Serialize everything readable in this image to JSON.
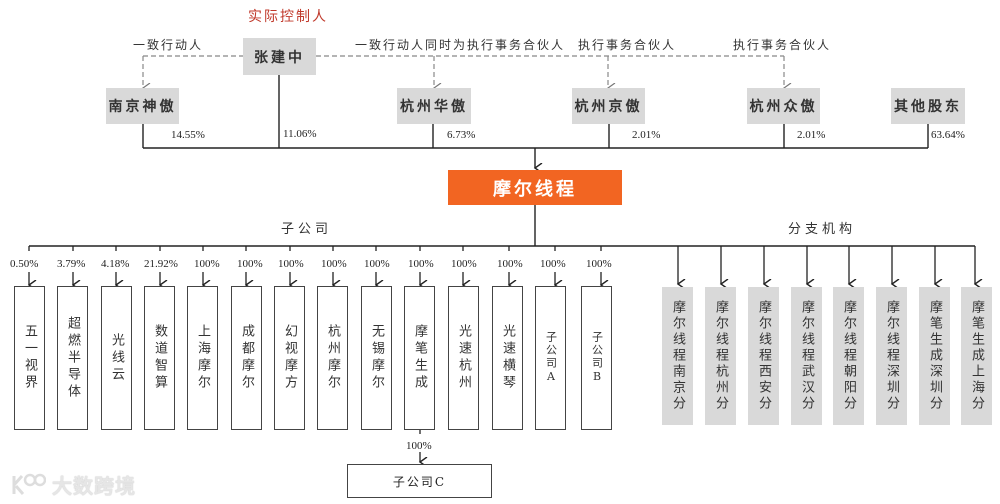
{
  "header": {
    "actual_controller_label": "实际控制人",
    "controller_name": "张建中"
  },
  "relations": {
    "concert_party": "一致行动人",
    "concert_and_gp": "一致行动人同时为执行事务合伙人",
    "gp_1": "执行事务合伙人",
    "gp_2": "执行事务合伙人"
  },
  "shareholders": [
    {
      "name": "南京神傲",
      "pct": "14.55%"
    },
    {
      "name": "张建中",
      "pct": "11.06%"
    },
    {
      "name": "杭州华傲",
      "pct": "6.73%"
    },
    {
      "name": "杭州京傲",
      "pct": "2.01%"
    },
    {
      "name": "杭州众傲",
      "pct": "2.01%"
    },
    {
      "name": "其他股东",
      "pct": "63.64%"
    }
  ],
  "company": {
    "name": "摩尔线程",
    "color": "#f26522"
  },
  "subsidiaries_label": "子公司",
  "branches_label": "分支机构",
  "subsidiaries": [
    {
      "name": "五一视界",
      "pct": "0.50%"
    },
    {
      "name": "超燃半导体",
      "pct": "3.79%"
    },
    {
      "name": "光线云",
      "pct": "4.18%"
    },
    {
      "name": "数道智算",
      "pct": "21.92%"
    },
    {
      "name": "上海摩尔",
      "pct": "100%"
    },
    {
      "name": "成都摩尔",
      "pct": "100%"
    },
    {
      "name": "幻视摩方",
      "pct": "100%"
    },
    {
      "name": "杭州摩尔",
      "pct": "100%"
    },
    {
      "name": "无锡摩尔",
      "pct": "100%"
    },
    {
      "name": "摩笔生成",
      "pct": "100%"
    },
    {
      "name": "光速杭州",
      "pct": "100%"
    },
    {
      "name": "光速横琴",
      "pct": "100%"
    },
    {
      "name": "子公司A",
      "pct": "100%"
    },
    {
      "name": "子公司B",
      "pct": "100%"
    }
  ],
  "sub_subsidiary": {
    "name": "子公司C",
    "pct": "100%",
    "parent": "摩笔生成"
  },
  "branches": [
    {
      "name": "摩尔线程南京分"
    },
    {
      "name": "摩尔线程杭州分"
    },
    {
      "name": "摩尔线程西安分"
    },
    {
      "name": "摩尔线程武汉分"
    },
    {
      "name": "摩尔线程朝阳分"
    },
    {
      "name": "摩尔线程深圳分"
    },
    {
      "name": "摩笔生成深圳分"
    },
    {
      "name": "摩笔生成上海分"
    }
  ],
  "watermark": {
    "text": "大数跨境"
  }
}
